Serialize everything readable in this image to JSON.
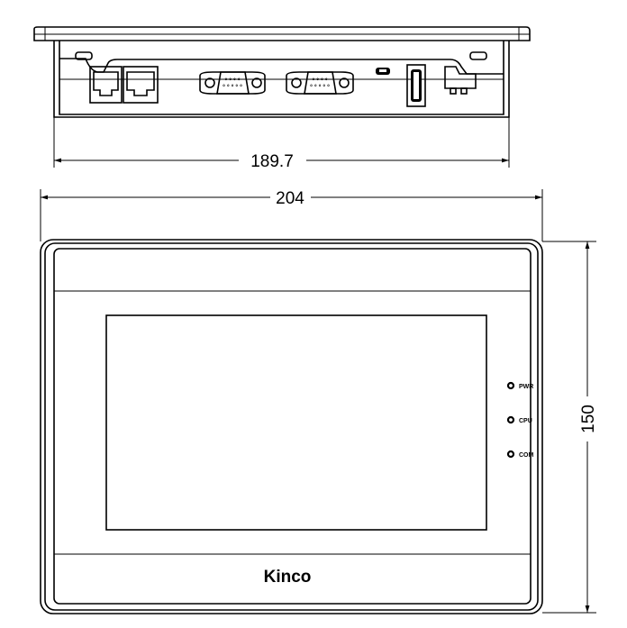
{
  "dimensions": {
    "width_rear": "189.7",
    "width_front": "204",
    "height_front": "150"
  },
  "front_panel": {
    "brand": "Kinco",
    "leds": [
      {
        "label": "PWR"
      },
      {
        "label": "CPU"
      },
      {
        "label": "COM"
      }
    ]
  },
  "top_view": {
    "ports": [
      "rj45-port",
      "rj45-port",
      "db9-port",
      "db9-port",
      "micro-usb-port",
      "usb-a-port",
      "power-terminal"
    ]
  }
}
